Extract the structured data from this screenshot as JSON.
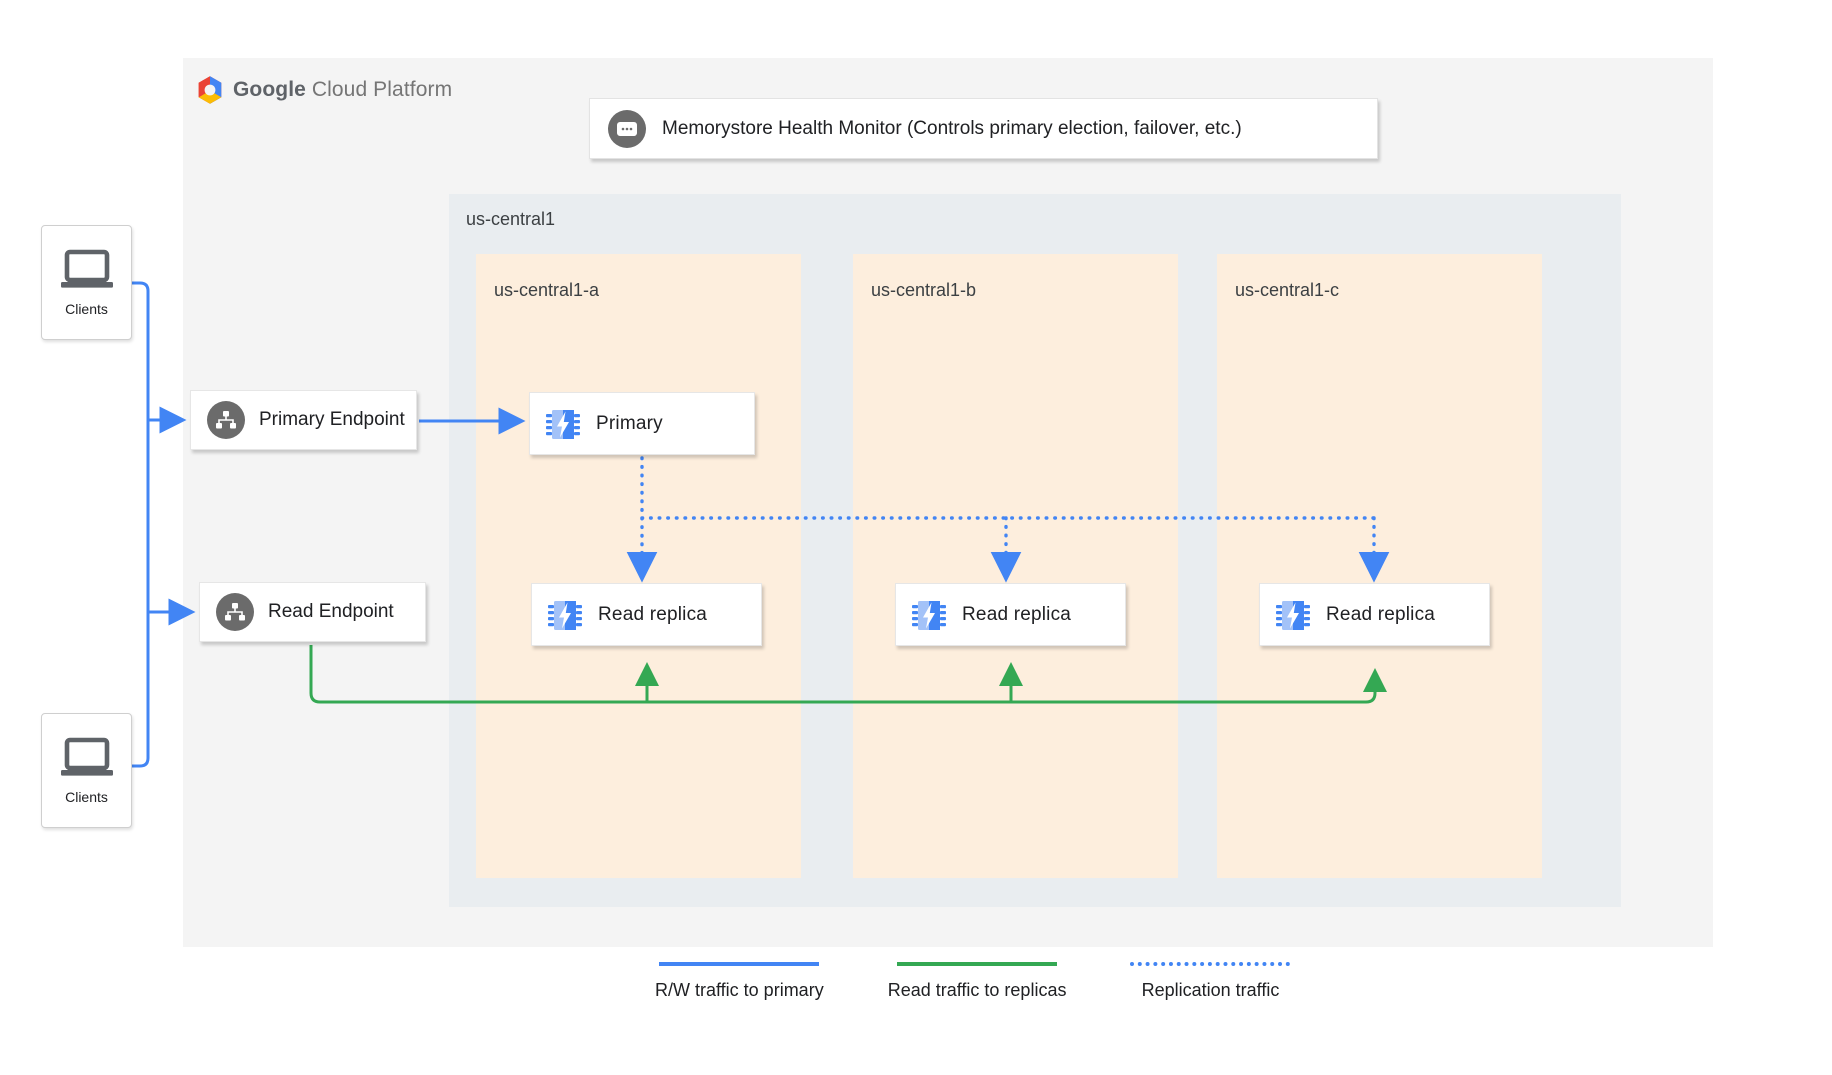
{
  "platform": {
    "logo_text_bold": "Google",
    "logo_text_light": "Cloud Platform",
    "logo_icon": "google-cloud-hexagon-icon"
  },
  "health_monitor": {
    "icon": "health-monitor-icon",
    "label": "Memorystore Health Monitor (Controls primary election, failover, etc.)"
  },
  "region": {
    "label": "us-central1",
    "zones": [
      {
        "label": "us-central1-a",
        "node": {
          "label": "Primary",
          "icon": "memorystore-chip-icon"
        },
        "replica": {
          "label": "Read replica",
          "icon": "memorystore-chip-icon"
        }
      },
      {
        "label": "us-central1-b",
        "replica": {
          "label": "Read replica",
          "icon": "memorystore-chip-icon"
        }
      },
      {
        "label": "us-central1-c",
        "replica": {
          "label": "Read replica",
          "icon": "memorystore-chip-icon"
        }
      }
    ]
  },
  "endpoints": [
    {
      "label": "Primary Endpoint",
      "icon": "network-hierarchy-icon"
    },
    {
      "label": "Read Endpoint",
      "icon": "network-hierarchy-icon"
    }
  ],
  "clients": [
    {
      "label": "Clients",
      "icon": "laptop-icon"
    },
    {
      "label": "Clients",
      "icon": "laptop-icon"
    }
  ],
  "legend": [
    {
      "label": "R/W traffic to primary",
      "style": "solid",
      "color": "#4285F4"
    },
    {
      "label": "Read traffic to replicas",
      "style": "solid",
      "color": "#34A853"
    },
    {
      "label": "Replication traffic",
      "style": "dotted",
      "color": "#4285F4"
    }
  ],
  "colors": {
    "canvas": "#FFFFFF",
    "gcp_panel": "#F4F4F4",
    "region_bg": "#E9EDF0",
    "zone_bg": "#FDEEDD",
    "blue": "#4285F4",
    "green": "#34A853",
    "gray_icon": "#6B6B6B",
    "text": "#202124"
  }
}
